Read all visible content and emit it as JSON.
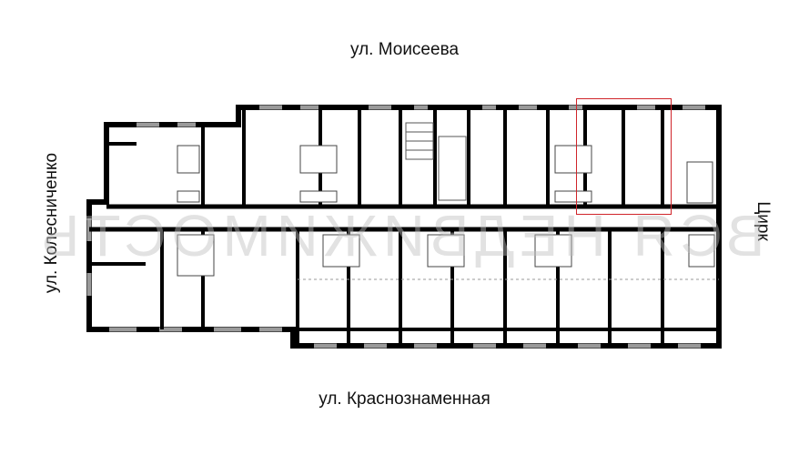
{
  "streets": {
    "top": "ул. Моисеева",
    "bottom": "ул. Краснознаменная",
    "left": "ул. Колесниченко",
    "right": "Цирк"
  },
  "watermark": "ВСЯ НЕДВИЖИМОСТЬ",
  "colors": {
    "wall": "#000000",
    "window": "#9a9a9a",
    "highlight": "#d0242a"
  }
}
